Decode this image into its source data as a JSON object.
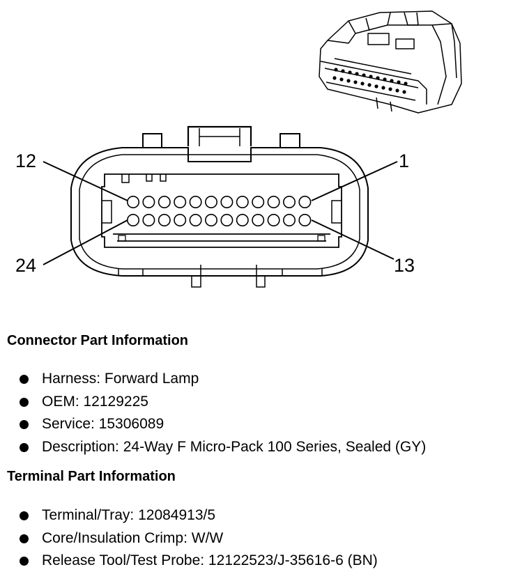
{
  "pin_labels": {
    "top_left": "12",
    "top_right": "1",
    "bottom_left": "24",
    "bottom_right": "13"
  },
  "pin_count": 24,
  "connector_section": {
    "title": "Connector Part Information",
    "items": [
      "Harness: Forward Lamp",
      "OEM: 12129225",
      "Service: 15306089",
      "Description: 24-Way F Micro-Pack 100 Series, Sealed (GY)"
    ]
  },
  "terminal_section": {
    "title": "Terminal Part Information",
    "items": [
      "Terminal/Tray: 12084913/5",
      "Core/Insulation Crimp: W/W",
      "Release Tool/Test Probe: 12122523/J-35616-6 (BN)"
    ]
  }
}
